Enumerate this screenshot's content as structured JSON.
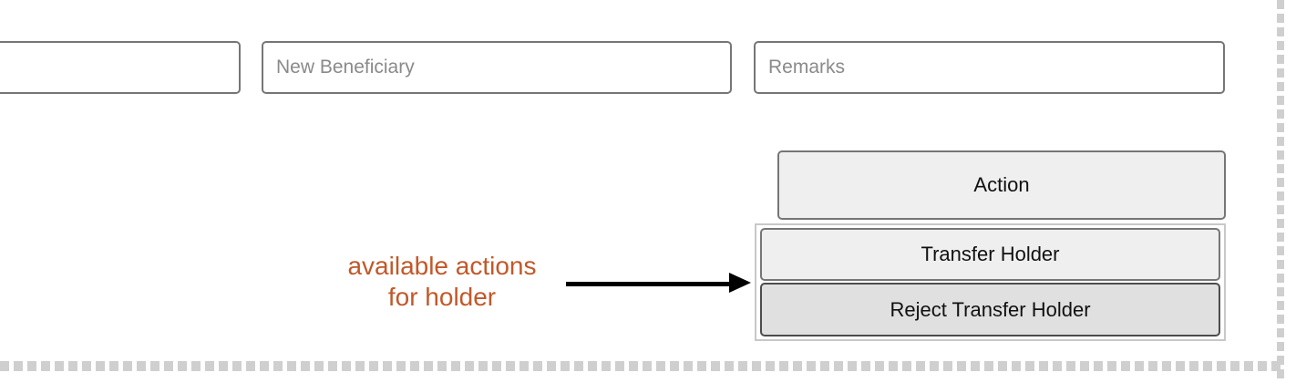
{
  "inputs": [
    {
      "placeholder": "",
      "note": "truncated at left edge"
    },
    {
      "placeholder": "New Beneficiary"
    },
    {
      "placeholder": "Remarks"
    }
  ],
  "action_menu": {
    "header_label": "Action",
    "items": [
      {
        "label": "Transfer Holder"
      },
      {
        "label": "Reject Transfer Holder"
      }
    ]
  },
  "annotation": {
    "line1": "available actions",
    "line2": "for holder",
    "color": "#c2582a"
  },
  "colors": {
    "field_border": "#767676",
    "placeholder_text": "#8a8a8a",
    "button_bg": "#efefef",
    "highlighted_item_bg": "#e0e0e0",
    "highlighted_item_border": "#4c4c4c",
    "panel_border": "#c8c8c8",
    "dashed_border": "#cfcfcf",
    "arrow": "#000000"
  }
}
